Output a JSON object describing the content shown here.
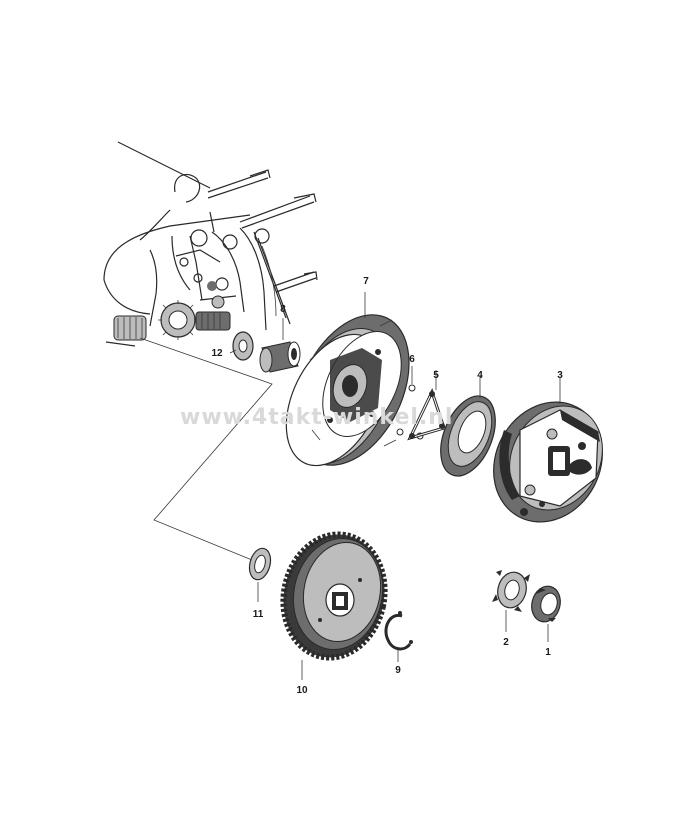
{
  "diagram": {
    "watermark": "www.4takt-winkel.nl",
    "parts": [
      {
        "id": "1",
        "label": "1"
      },
      {
        "id": "2",
        "label": "2"
      },
      {
        "id": "3",
        "label": "3"
      },
      {
        "id": "4",
        "label": "4"
      },
      {
        "id": "5",
        "label": "5"
      },
      {
        "id": "6",
        "label": "6"
      },
      {
        "id": "7",
        "label": "7"
      },
      {
        "id": "8",
        "label": "8"
      },
      {
        "id": "9",
        "label": "9"
      },
      {
        "id": "10",
        "label": "10"
      },
      {
        "id": "11",
        "label": "11"
      },
      {
        "id": "12",
        "label": "12"
      }
    ]
  }
}
